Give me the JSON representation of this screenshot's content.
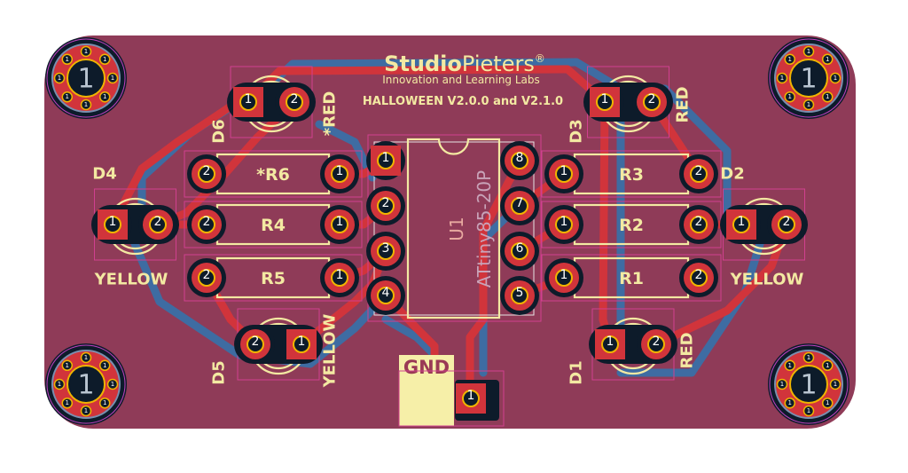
{
  "logo": {
    "brand": "StudioPieters",
    "brand_bold": "Studio",
    "brand_light": "Pieters",
    "registered": "®",
    "tagline": "Innovation and Learning Labs"
  },
  "board_title": "HALLOWEEN V2.0.0 and V2.1.0",
  "colors": {
    "board": "#8f3b58",
    "copper_top": "#d1343b",
    "copper_bottom": "#3e6ca2",
    "silkscreen": "#f3e9a2",
    "pad_ring": "#f0b400",
    "courtyard": "#d0408f"
  },
  "mounting_holes": [
    {
      "label": "1",
      "via_label": "1"
    },
    {
      "label": "1",
      "via_label": "1"
    },
    {
      "label": "1",
      "via_label": "1"
    },
    {
      "label": "1",
      "via_label": "1"
    }
  ],
  "leds": [
    {
      "ref": "D6",
      "value": "*RED",
      "pads": [
        "1",
        "2"
      ]
    },
    {
      "ref": "D3",
      "value": "RED",
      "pads": [
        "1",
        "2"
      ]
    },
    {
      "ref": "D4",
      "value": "YELLOW",
      "pads": [
        "1",
        "2"
      ]
    },
    {
      "ref": "D2",
      "value": "YELLOW",
      "pads": [
        "1",
        "2"
      ]
    },
    {
      "ref": "D5",
      "value": "YELLOW",
      "pads": [
        "1",
        "2"
      ]
    },
    {
      "ref": "D1",
      "value": "RED",
      "pads": [
        "1",
        "2"
      ]
    }
  ],
  "resistors": [
    {
      "ref": "*R6",
      "pads": [
        "2",
        "1"
      ]
    },
    {
      "ref": "R4",
      "pads": [
        "2",
        "1"
      ]
    },
    {
      "ref": "R5",
      "pads": [
        "2",
        "1"
      ]
    },
    {
      "ref": "R3",
      "pads": [
        "1",
        "2"
      ]
    },
    {
      "ref": "R2",
      "pads": [
        "1",
        "2"
      ]
    },
    {
      "ref": "R1",
      "pads": [
        "1",
        "2"
      ]
    }
  ],
  "ic": {
    "ref": "U1",
    "value": "ATtiny85-20P",
    "pins_left": [
      "1",
      "2",
      "3",
      "4"
    ],
    "pins_right": [
      "8",
      "7",
      "6",
      "5"
    ]
  },
  "gnd": {
    "label": "GND",
    "pad": "1"
  },
  "icons": {
    "mounting_hole": "mounting-hole-icon",
    "pad": "pad-icon"
  }
}
